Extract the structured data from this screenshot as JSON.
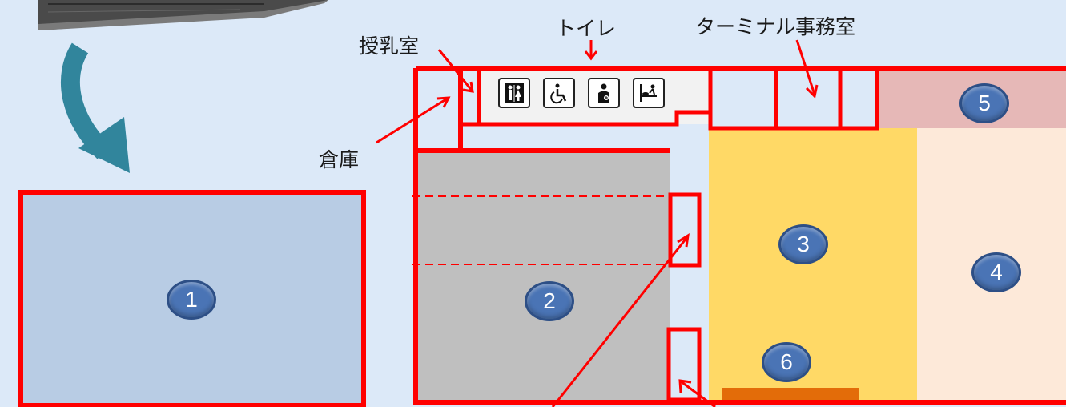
{
  "labels": {
    "nursing_room": "授乳室",
    "toilet": "トイレ",
    "terminal_office": "ターミナル事務室",
    "storage": "倉庫"
  },
  "areas": {
    "area_1": "1",
    "area_2": "2",
    "area_3": "3",
    "area_4": "4",
    "area_5": "5",
    "area_6": "6"
  },
  "icons": [
    "restroom-icon",
    "wheelchair-icon",
    "ostomate-icon",
    "baby-changing-icon"
  ],
  "colors": {
    "outline": "#ff0000",
    "area_1": "#b8cce4",
    "area_2": "#bfbfbf",
    "area_3": "#ffd966",
    "area_4": "#fde9d9",
    "area_5": "#e6b8b7",
    "area_6_bar": "#e36c09",
    "arrow_teal": "#31859c",
    "badge": "#4a74b5",
    "background": "#dce9f8"
  }
}
